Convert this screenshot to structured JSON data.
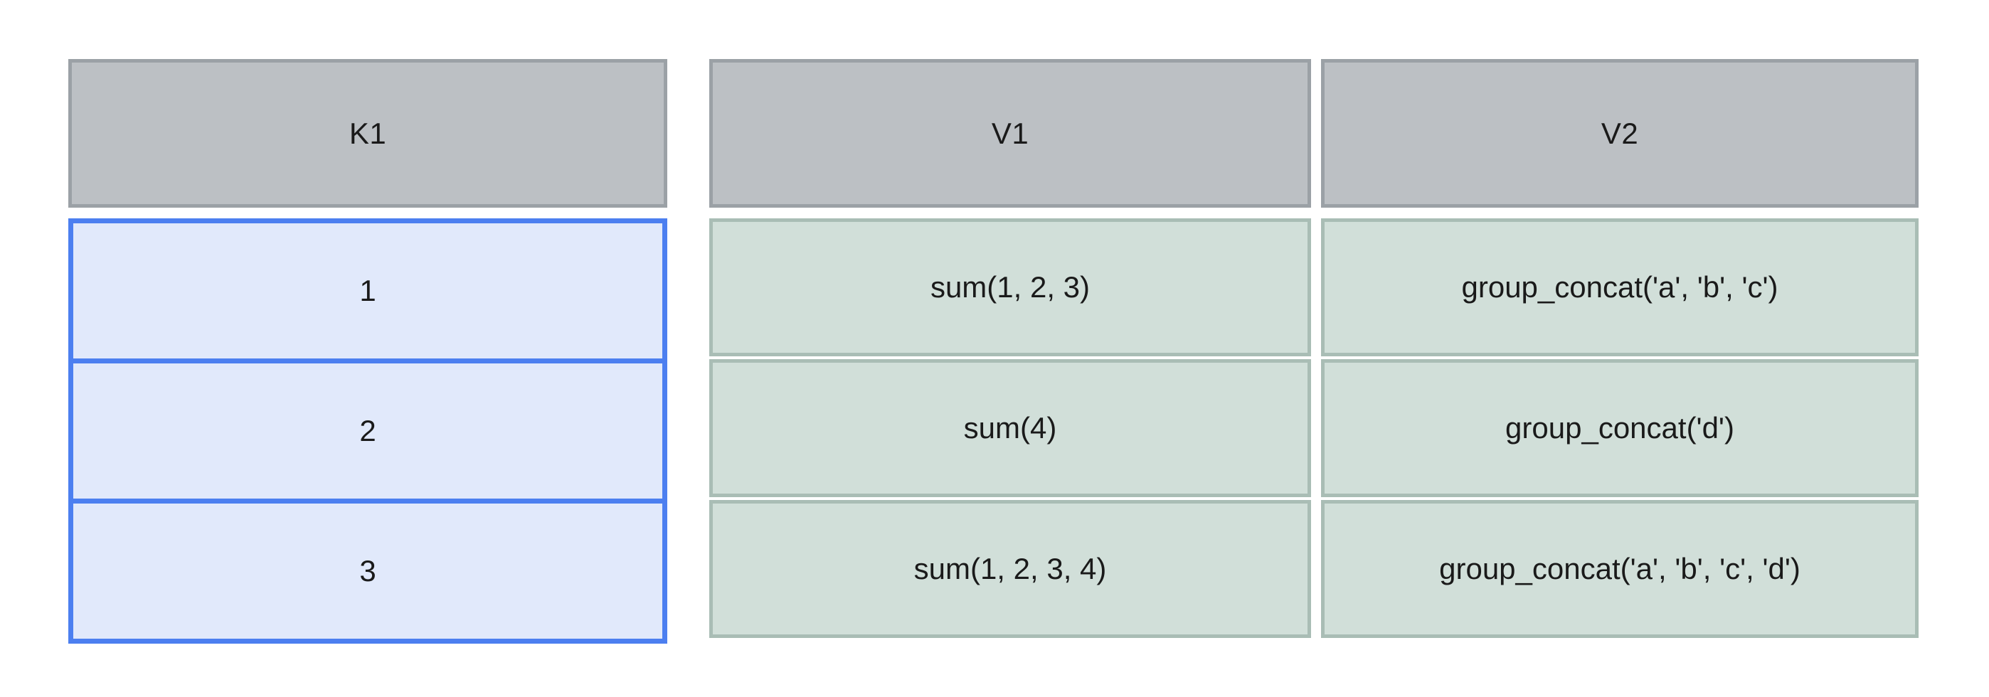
{
  "diagram": {
    "type": "table",
    "background_color": "#ffffff",
    "colors": {
      "header_fill": "#bcc0c4",
      "header_border": "#9ba1a6",
      "key_fill": "#e1e9fb",
      "key_border": "#4c7ff0",
      "value_fill": "#d1dfd9",
      "value_border": "#a9bdb5",
      "text": "#1a1a1a"
    },
    "columns": [
      {
        "id": "k1",
        "header": "K1",
        "kind": "key",
        "cells": [
          "1",
          "2",
          "3"
        ]
      },
      {
        "id": "v1",
        "header": "V1",
        "kind": "value",
        "cells": [
          "sum(1, 2, 3)",
          "sum(4)",
          "sum(1, 2, 3, 4)"
        ]
      },
      {
        "id": "v2",
        "header": "V2",
        "kind": "value",
        "cells": [
          "group_concat('a', 'b', 'c')",
          "group_concat('d')",
          "group_concat('a', 'b', 'c', 'd')"
        ]
      }
    ]
  }
}
